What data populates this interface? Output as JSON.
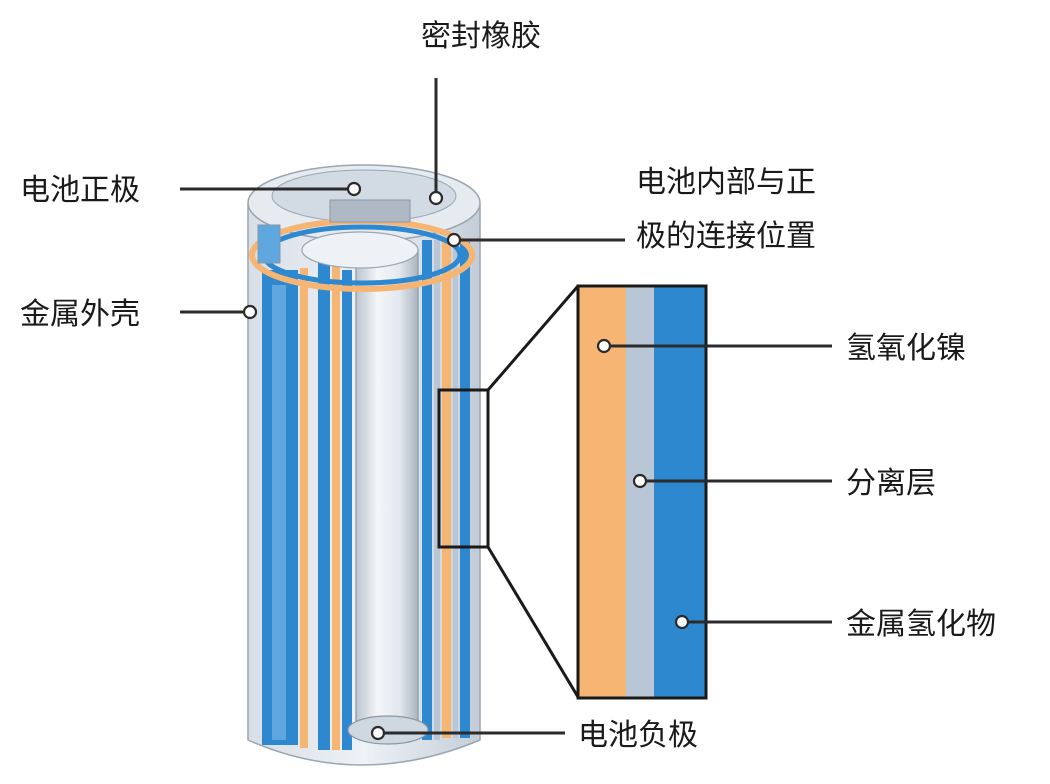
{
  "labels": {
    "seal_rubber": "密封橡胶",
    "positive_electrode": "电池正极",
    "metal_shell": "金属外壳",
    "internal_positive_connection_line1": "电池内部与正",
    "internal_positive_connection_line2": "极的连接位置",
    "nickel_hydroxide": "氢氧化镍",
    "separator": "分离层",
    "metal_hydride": "金属氢化物",
    "negative_electrode": "电池负极"
  },
  "colors": {
    "positive_layer": "#f7b574",
    "separator_layer": "#b8c6d6",
    "negative_layer": "#2d88d0",
    "core": "#dde3ea",
    "shell": "#c9d2dc",
    "leader": "#2b2b2b"
  }
}
